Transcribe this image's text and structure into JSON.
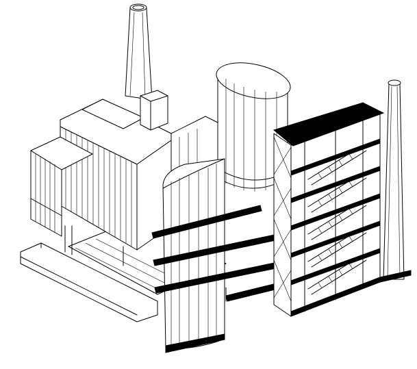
{
  "drawing": {
    "style": "black line isometric cutaway drawing on white background",
    "line_color": "#000000",
    "background_color": "#ffffff",
    "components": [
      "main-building",
      "tall-chimney",
      "rooftop-box",
      "cylindrical-tower",
      "cutaway-cylinder",
      "floor-slabs",
      "stair-tower",
      "thin-chimney",
      "ground-plinth"
    ]
  }
}
